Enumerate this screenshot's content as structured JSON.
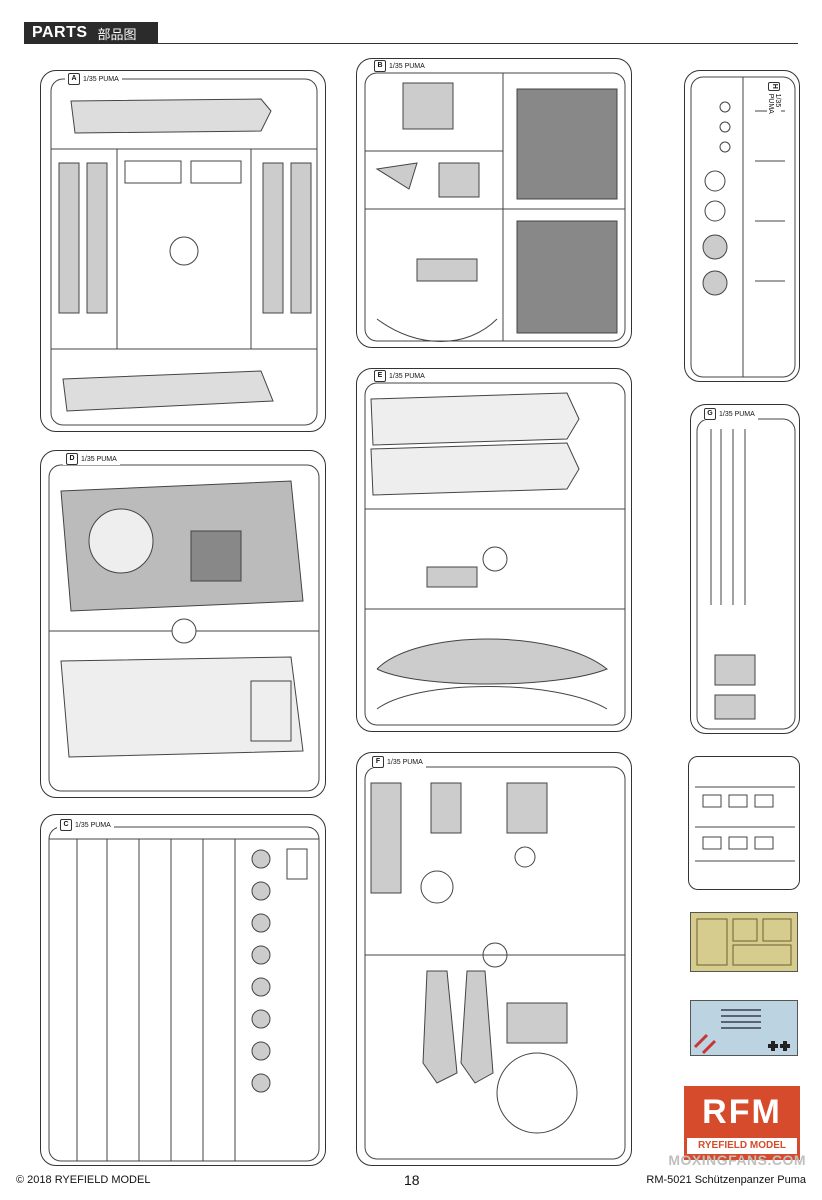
{
  "header": {
    "title_en": "PARTS",
    "title_zh": "部品图"
  },
  "sprues": [
    {
      "id": "A",
      "scale": "1/35 PUMA"
    },
    {
      "id": "B",
      "scale": "1/35 PUMA"
    },
    {
      "id": "H",
      "scale": "1/35 PUMA"
    },
    {
      "id": "D",
      "scale": "1/35 PUMA"
    },
    {
      "id": "E",
      "scale": "1/35 PUMA"
    },
    {
      "id": "G",
      "scale": "1/35 PUMA"
    },
    {
      "id": "C",
      "scale": "1/35 PUMA"
    },
    {
      "id": "F",
      "scale": "1/35 PUMA"
    }
  ],
  "logo": {
    "mark": "RFM",
    "name": "RYEFIELD MODEL"
  },
  "watermark": "MOXINGFANS.COM",
  "footer": {
    "copyright": "© 2018 RYEFIELD MODEL",
    "page": "18",
    "product": "RM-5021 Schützenpanzer Puma"
  }
}
